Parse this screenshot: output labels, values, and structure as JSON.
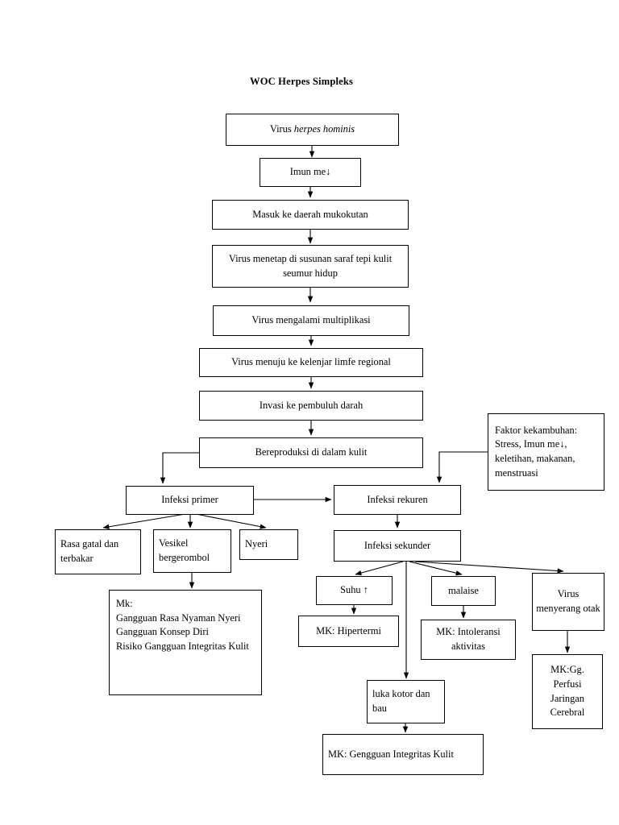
{
  "document": {
    "title": "WOC Herpes Simpleks",
    "type": "flowchart"
  },
  "nodes": {
    "virus_herpes": {
      "label_plain": "Virus ",
      "label_italic": "herpes hominis"
    },
    "imun_turun": {
      "label": "Imun me↓"
    },
    "masuk_mukokutan": {
      "label": "Masuk ke daerah mukokutan"
    },
    "virus_menetap": {
      "label": "Virus menetap di susunan saraf tepi kulit seumur hidup"
    },
    "multiplikasi": {
      "label": "Virus mengalami multiplikasi"
    },
    "limfe": {
      "label": "Virus menuju ke kelenjar limfe regional"
    },
    "invasi": {
      "label": "Invasi ke pembuluh darah"
    },
    "bereproduksi": {
      "label": "Bereproduksi di dalam kulit"
    },
    "faktor_kekambuhan": {
      "label": "Faktor kekambuhan: Stress, Imun me↓, keletihan, makanan, menstruasi"
    },
    "infeksi_primer": {
      "label": "Infeksi primer"
    },
    "infeksi_rekuren": {
      "label": "Infeksi rekuren"
    },
    "rasa_gatal": {
      "label": "Rasa gatal dan terbakar"
    },
    "vesikel": {
      "label": "Vesikel bergerombol"
    },
    "nyeri": {
      "label": "Nyeri"
    },
    "mk_primer": {
      "label": "Mk:\nGangguan Rasa Nyaman Nyeri\nGangguan Konsep Diri\nRisiko Gangguan Integritas Kulit"
    },
    "infeksi_sekunder": {
      "label": "Infeksi sekunder"
    },
    "suhu": {
      "label": "Suhu ↑"
    },
    "mk_hipertermi": {
      "label": "MK: Hipertermi"
    },
    "malaise": {
      "label": "malaise"
    },
    "mk_intoleransi": {
      "label": "MK: Intoleransi aktivitas"
    },
    "virus_otak": {
      "label": "Virus menyerang otak"
    },
    "mk_perfusi": {
      "label": "MK:Gg. Perfusi Jaringan Cerebral"
    },
    "luka_kotor": {
      "label": "luka kotor dan bau"
    },
    "mk_integritas": {
      "label": "MK: Gengguan Integritas Kulit"
    }
  },
  "edges": [
    {
      "from": "virus_herpes",
      "to": "imun_turun"
    },
    {
      "from": "imun_turun",
      "to": "masuk_mukokutan"
    },
    {
      "from": "masuk_mukokutan",
      "to": "virus_menetap"
    },
    {
      "from": "virus_menetap",
      "to": "multiplikasi"
    },
    {
      "from": "multiplikasi",
      "to": "limfe"
    },
    {
      "from": "limfe",
      "to": "invasi"
    },
    {
      "from": "invasi",
      "to": "bereproduksi"
    },
    {
      "from": "bereproduksi",
      "to": "infeksi_primer"
    },
    {
      "from": "faktor_kekambuhan",
      "to": "infeksi_rekuren"
    },
    {
      "from": "infeksi_primer",
      "to": "infeksi_rekuren"
    },
    {
      "from": "infeksi_primer",
      "to": "rasa_gatal"
    },
    {
      "from": "infeksi_primer",
      "to": "vesikel"
    },
    {
      "from": "infeksi_primer",
      "to": "nyeri"
    },
    {
      "from": "vesikel",
      "to": "mk_primer"
    },
    {
      "from": "infeksi_rekuren",
      "to": "infeksi_sekunder"
    },
    {
      "from": "infeksi_sekunder",
      "to": "suhu"
    },
    {
      "from": "infeksi_sekunder",
      "to": "malaise"
    },
    {
      "from": "infeksi_sekunder",
      "to": "virus_otak"
    },
    {
      "from": "infeksi_sekunder",
      "to": "luka_kotor"
    },
    {
      "from": "suhu",
      "to": "mk_hipertermi"
    },
    {
      "from": "malaise",
      "to": "mk_intoleransi"
    },
    {
      "from": "virus_otak",
      "to": "mk_perfusi"
    },
    {
      "from": "luka_kotor",
      "to": "mk_integritas"
    }
  ],
  "colors": {
    "stroke": "#000000",
    "background": "#ffffff",
    "text": "#000000"
  }
}
